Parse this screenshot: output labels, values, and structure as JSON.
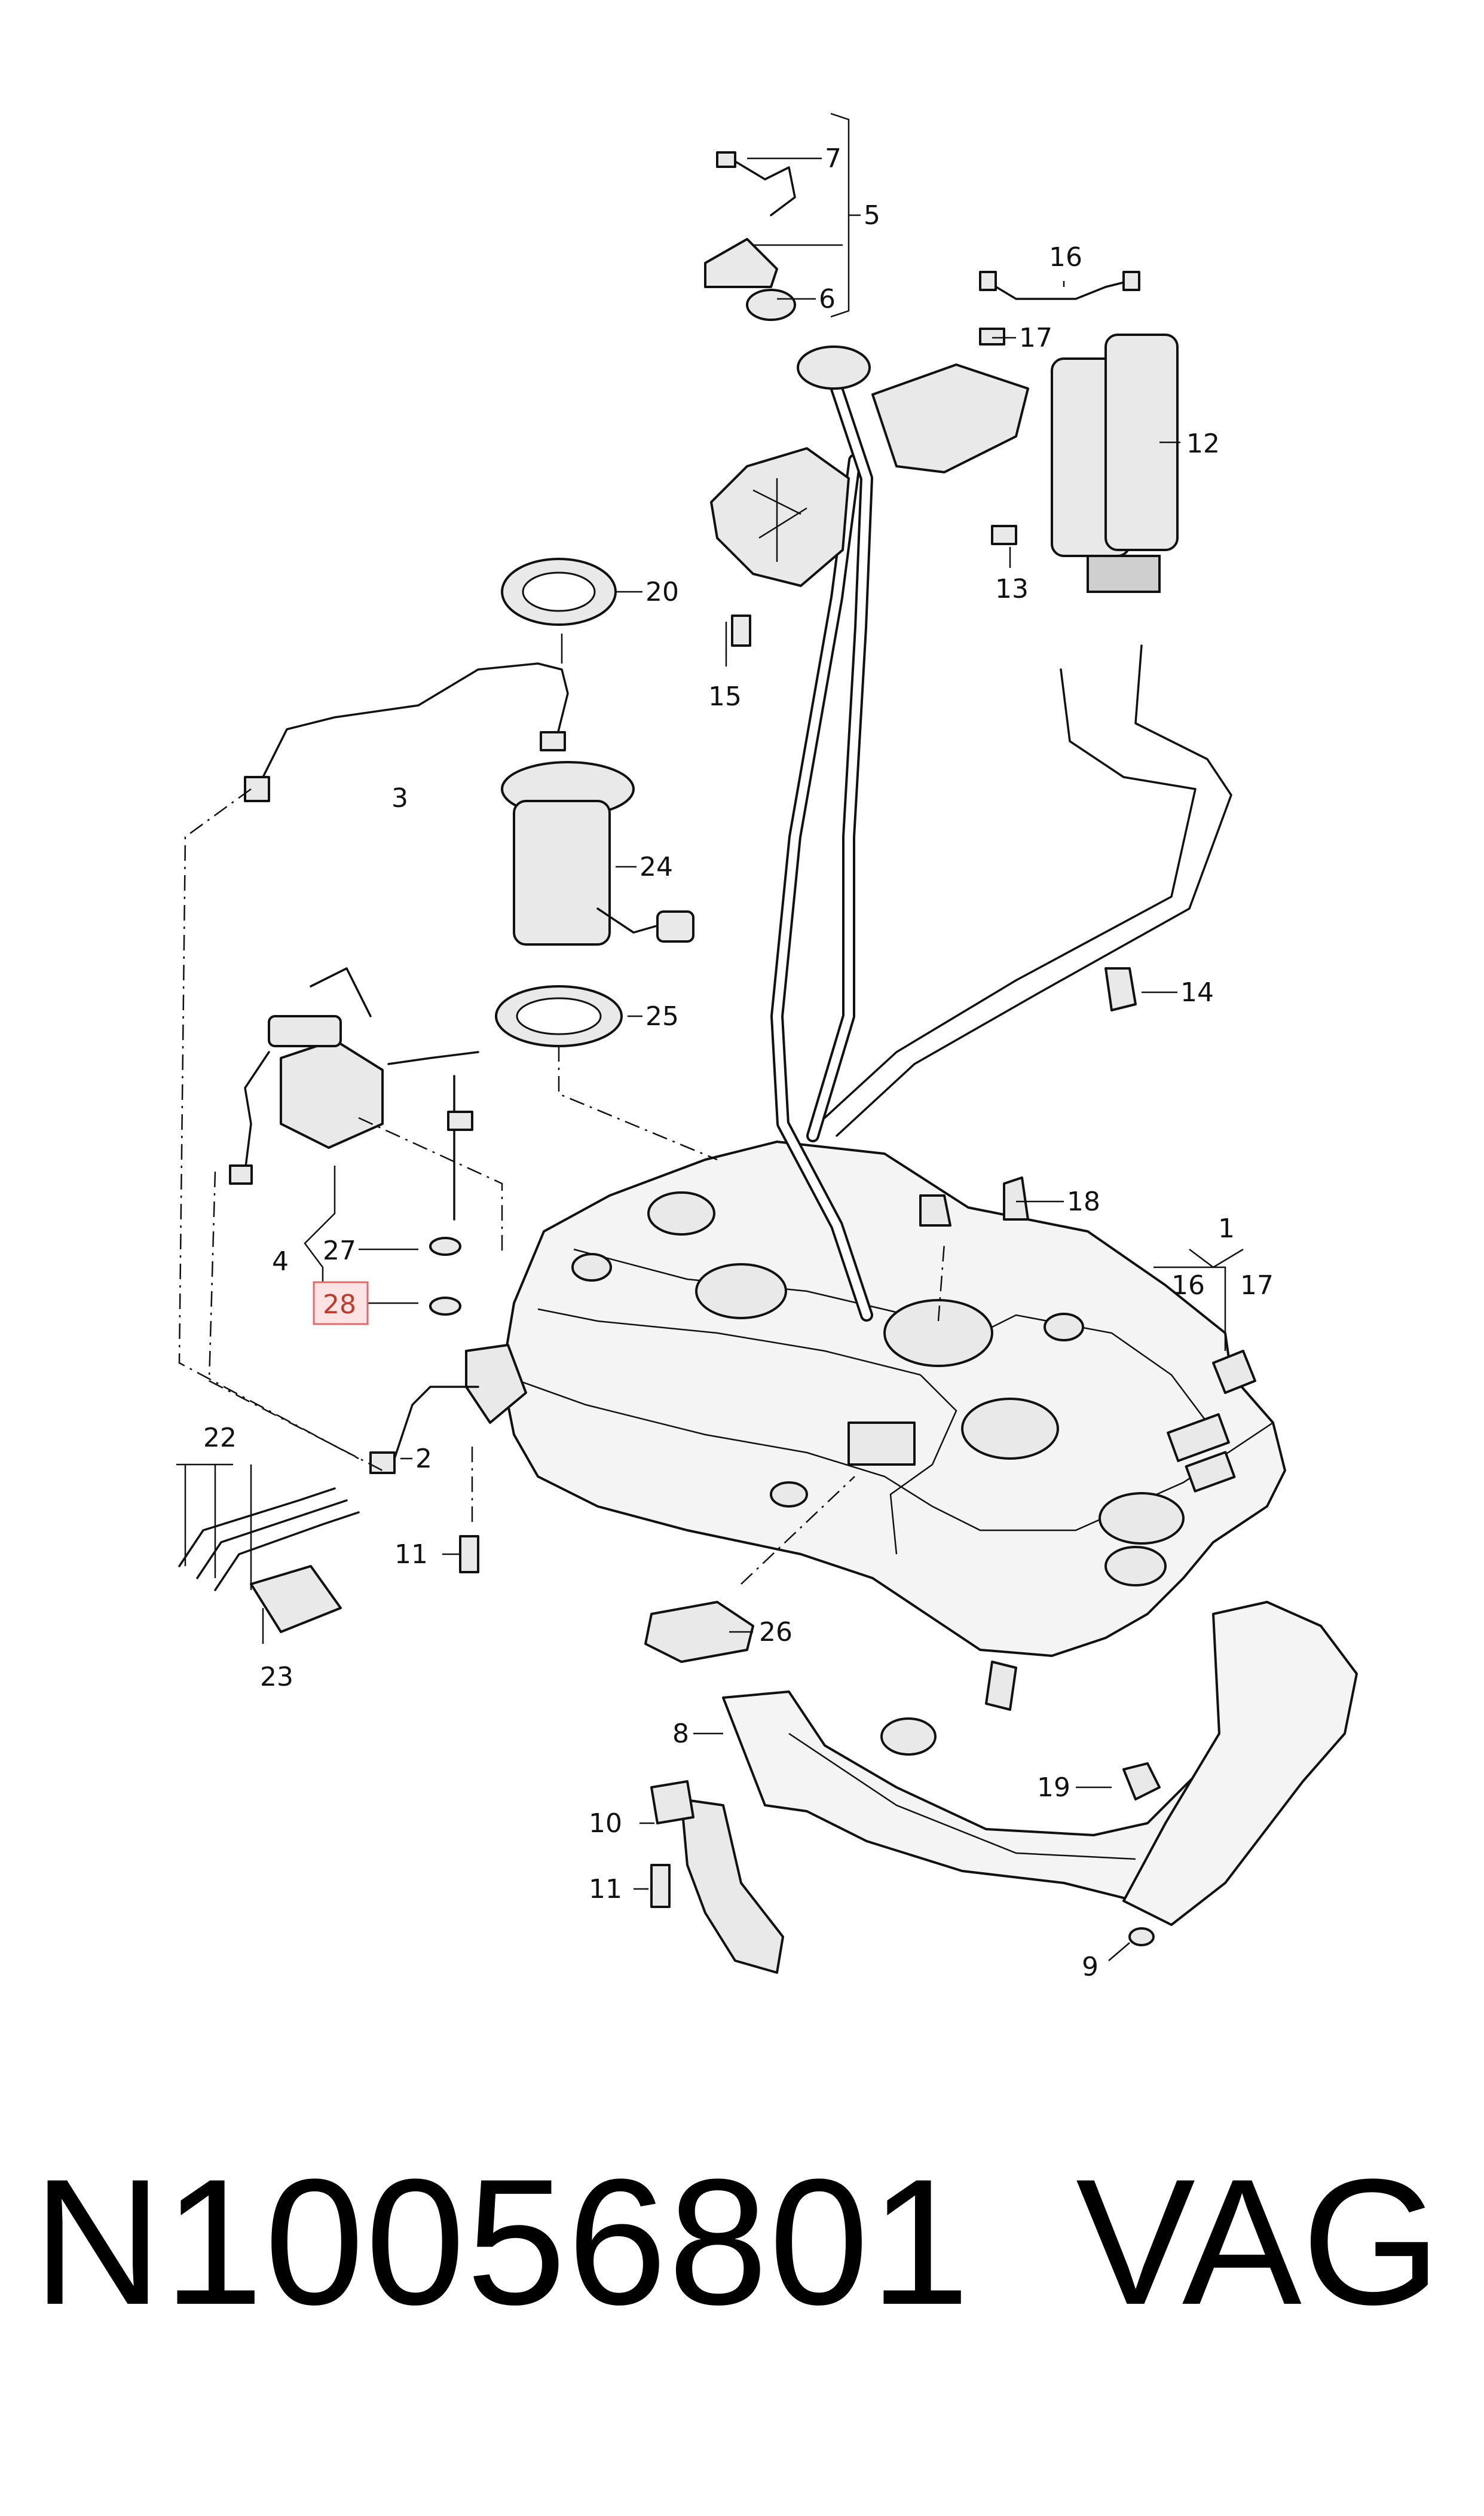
{
  "callouts": [
    "1",
    "2",
    "3",
    "4",
    "5",
    "6",
    "7",
    "8",
    "9",
    "10",
    "11",
    "11",
    "12",
    "13",
    "14",
    "15",
    "16",
    "16",
    "17",
    "17",
    "18",
    "19",
    "20",
    "22",
    "23",
    "24",
    "25",
    "26",
    "27",
    "28"
  ],
  "highlighted_callout": "28",
  "footer": {
    "part_number": "N10056801",
    "brand": "VAG"
  }
}
